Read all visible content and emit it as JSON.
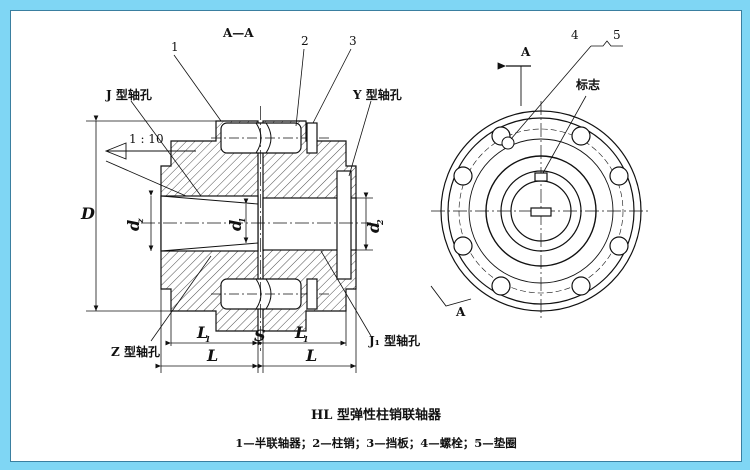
{
  "labels": {
    "section": "A—A",
    "part_1": "1",
    "part_2": "2",
    "part_3": "3",
    "part_4": "4",
    "part_5": "5",
    "j_bore": "J 型轴孔",
    "y_bore": "Y 型轴孔",
    "z_bore": "Z 型轴孔",
    "j1_bore": "J₁ 型轴孔",
    "taper": "1 : 10",
    "dim_D": "D",
    "dim_dz": "d",
    "dim_dz_sub": "z",
    "dim_d1": "d",
    "dim_d1_sub": "1",
    "dim_d2": "d",
    "dim_d2_sub": "2",
    "dim_L1_left": "L",
    "dim_L1_left_sub": "1",
    "dim_L1_right": "L",
    "dim_L1_right_sub": "1",
    "dim_S": "S",
    "dim_L_left": "L",
    "dim_L_right": "L",
    "view_A_top": "A",
    "view_A_bottom": "A",
    "mark": "标志"
  },
  "caption": {
    "title": "HL 型弹性柱销联轴器",
    "legend": "1—半联轴器；2—柱销；3—挡板；4—螺栓；5—垫圈"
  },
  "colors": {
    "background": "#7fd6f4",
    "line": "#111111"
  }
}
